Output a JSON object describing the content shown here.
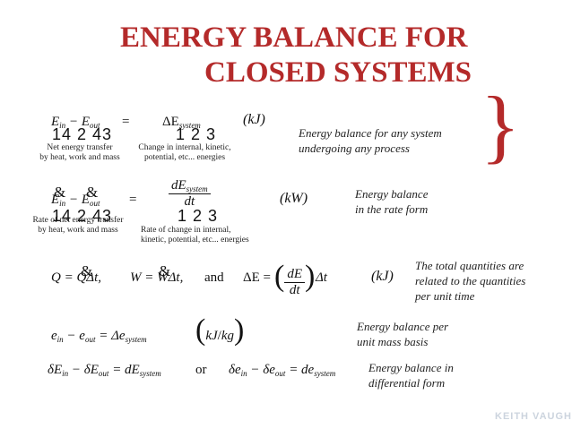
{
  "title": {
    "line1": "ENERGY BALANCE FOR",
    "line2": "CLOSED SYSTEMS"
  },
  "eq1": {
    "lhs": "E",
    "sub_in": "in",
    "minus": " − ",
    "rhs_e": "E",
    "sub_out": "out",
    "equals": "=",
    "delta": "ΔE",
    "sub_system": "system",
    "unit": "(kJ)",
    "under_lhs": "14 2 43",
    "under_rhs": "1 2 3",
    "cap_left": "Net energy transfer\nby heat, work and mass",
    "cap_right": "Change in internal, kinetic,\npotential, etc... energies",
    "note": "Energy balance for any system\nundergoing any process"
  },
  "eq2": {
    "amp1": "&",
    "amp2": "&",
    "equals": "=",
    "num": "dE",
    "num_sub": "system",
    "den": "dt",
    "unit": "(kW)",
    "under_lhs": "14 2 43",
    "under_rhs": "1 2 3",
    "cap_left": "Rate of net energy transfer\nby heat, work and mass",
    "cap_right": "Rate of change in internal,\nkinetic, potential, etc... energies",
    "note": "Energy balance\nin the rate form"
  },
  "eq3": {
    "part1": "Q = Q",
    "amp": "&",
    "part1b": "Δt,",
    "part2": "W = W",
    "part2b": "Δt,",
    "and": "and",
    "part3": "ΔE =",
    "num": "dE",
    "den": "dt",
    "part3b": "Δt",
    "unit": "(kJ)",
    "note": "The total quantities are\nrelated to the quantities\nper unit time"
  },
  "eq4": {
    "text_e": "e",
    "sub_in": "in",
    "minus": " − e",
    "sub_out": "out",
    "eq": " = Δe",
    "sub_system": "system",
    "unit_num": "kJ",
    "unit_den": "kg",
    "note": "Energy balance per\nunit mass basis"
  },
  "eq5": {
    "left": "δE",
    "sub_in": "in",
    "mid": " − δE",
    "sub_out": "out",
    "eq": " = dE",
    "sub_system": "system",
    "or": "or",
    "right": "δe",
    "r_sub_in": "in",
    "r_mid": " − δe",
    "r_sub_out": "out",
    "r_eq": " = de",
    "r_sub_system": "system",
    "note": "Energy balance in\ndifferential form"
  },
  "brace": "}",
  "footer": "KEITH VAUGH"
}
